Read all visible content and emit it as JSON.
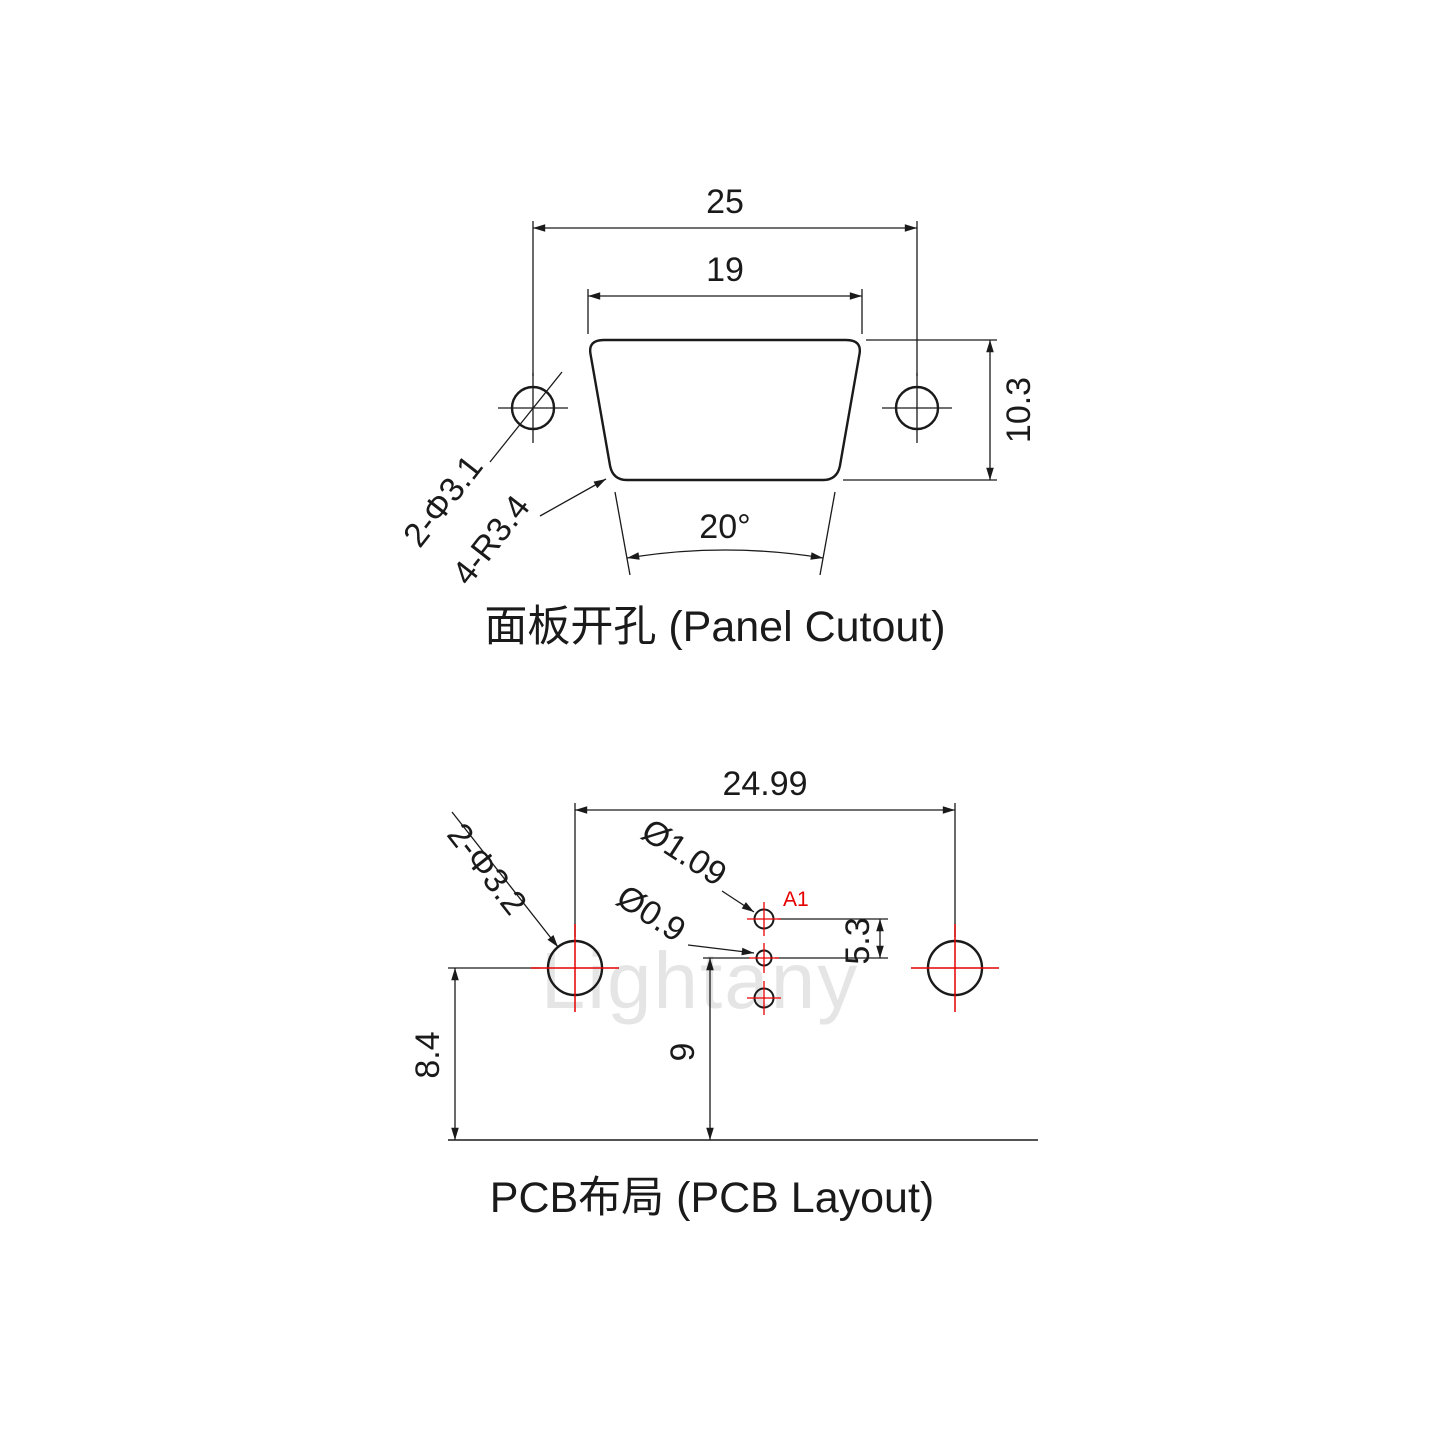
{
  "watermark": "Lightany",
  "colors": {
    "line": "#1a1a1a",
    "accent_red": "#e60000",
    "watermark_gray": "#e5e5e5",
    "background": "#ffffff"
  },
  "panel_cutout": {
    "title": "面板开孔 (Panel Cutout)",
    "outer_hole_spacing": "25",
    "cutout_width": "19",
    "cutout_height": "10.3",
    "mount_hole_note": "2-Φ3.1",
    "corner_radius_note": "4-R3.4",
    "side_angle": "20°"
  },
  "pcb_layout": {
    "title": "PCB布局 (PCB Layout)",
    "mount_hole_spacing": "24.99",
    "mount_hole_note": "2-Φ3.2",
    "pin_hole_dia_a1": "Ø1.09",
    "pin_hole_dia": "Ø0.9",
    "pin_label_a1": "A1",
    "pin_pitch": "5.3",
    "pin_row_offset": "9",
    "mount_hole_offset": "8.4"
  }
}
